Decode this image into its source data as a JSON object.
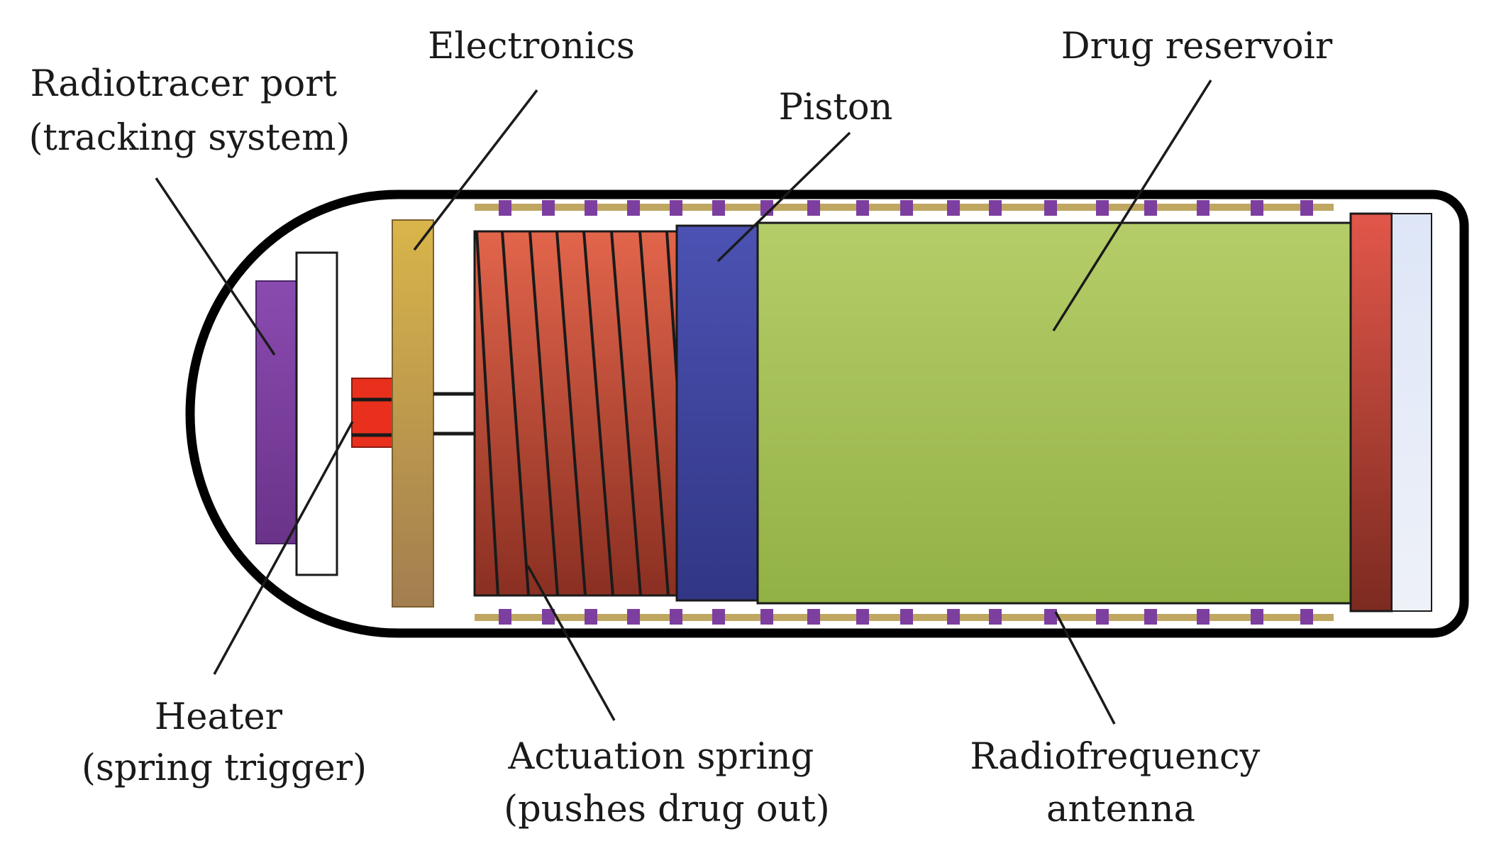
{
  "labels": {
    "radiotracer_port": [
      "Radiotracer port",
      "(tracking system)"
    ],
    "electronics": [
      "Electronics"
    ],
    "piston": [
      "Piston"
    ],
    "drug_reservoir": [
      "Drug reservoir"
    ],
    "heater": [
      "Heater",
      "(spring trigger)"
    ],
    "actuation_spring": [
      "Actuation spring",
      "(pushes drug out)"
    ],
    "rf_antenna": [
      "Radiofrequency",
      "antenna"
    ]
  },
  "colors": {
    "outline": "#000000",
    "radiotracer_port": "#7b3f9e",
    "electronics": "#c9aa4c",
    "heater": "#e8301c",
    "spring": "#c8563e",
    "piston": "#3f45a0",
    "drug_reservoir": "#a9c45a",
    "end_cap": "#c44a36",
    "end_window": "#e3e9f6",
    "antenna_strip": "#bfa762",
    "antenna_tooth": "#7d3f9f"
  }
}
